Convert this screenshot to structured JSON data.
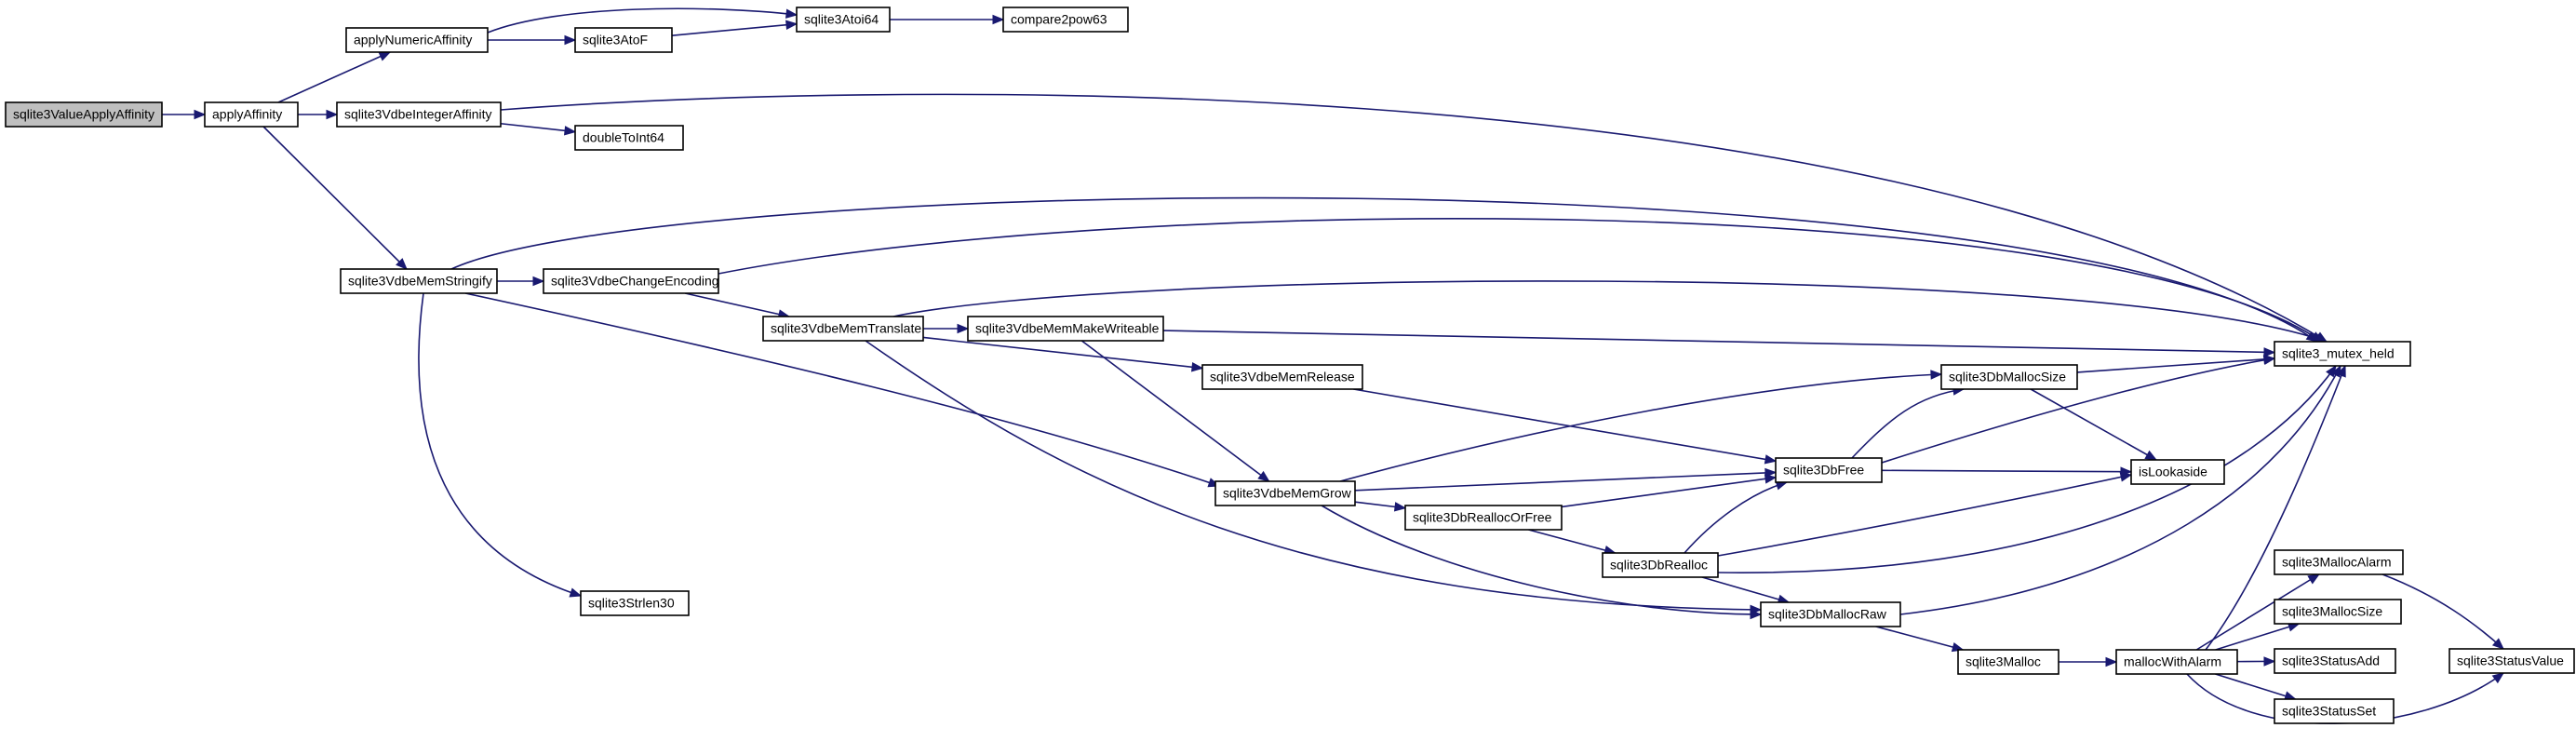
{
  "colors": {
    "edge": "#191970",
    "node_fill": "#ffffff",
    "root_fill": "#bfbfbf",
    "node_stroke": "#000000"
  },
  "nodes": {
    "sqlite3ValueApplyAffinity": "sqlite3ValueApplyAffinity",
    "applyAffinity": "applyAffinity",
    "applyNumericAffinity": "applyNumericAffinity",
    "sqlite3AtoF": "sqlite3AtoF",
    "sqlite3Atoi64": "sqlite3Atoi64",
    "compare2pow63": "compare2pow63",
    "sqlite3VdbeIntegerAffinity": "sqlite3VdbeIntegerAffinity",
    "doubleToInt64": "doubleToInt64",
    "sqlite3VdbeMemStringify": "sqlite3VdbeMemStringify",
    "sqlite3VdbeChangeEncoding": "sqlite3VdbeChangeEncoding",
    "sqlite3VdbeMemTranslate": "sqlite3VdbeMemTranslate",
    "sqlite3VdbeMemMakeWriteable": "sqlite3VdbeMemMakeWriteable",
    "sqlite3VdbeMemRelease": "sqlite3VdbeMemRelease",
    "sqlite3VdbeMemGrow": "sqlite3VdbeMemGrow",
    "sqlite3DbReallocOrFree": "sqlite3DbReallocOrFree",
    "sqlite3DbRealloc": "sqlite3DbRealloc",
    "sqlite3DbFree": "sqlite3DbFree",
    "sqlite3DbMallocSize": "sqlite3DbMallocSize",
    "isLookaside": "isLookaside",
    "sqlite3DbMallocRaw": "sqlite3DbMallocRaw",
    "sqlite3Malloc": "sqlite3Malloc",
    "mallocWithAlarm": "mallocWithAlarm",
    "sqlite3MallocAlarm": "sqlite3MallocAlarm",
    "sqlite3MallocSize": "sqlite3MallocSize",
    "sqlite3StatusAdd": "sqlite3StatusAdd",
    "sqlite3StatusSet": "sqlite3StatusSet",
    "sqlite3StatusValue": "sqlite3StatusValue",
    "sqlite3_mutex_held": "sqlite3_mutex_held",
    "sqlite3Strlen30": "sqlite3Strlen30"
  },
  "root_node": "sqlite3ValueApplyAffinity",
  "edges": [
    [
      "sqlite3ValueApplyAffinity",
      "applyAffinity"
    ],
    [
      "applyAffinity",
      "applyNumericAffinity"
    ],
    [
      "applyAffinity",
      "sqlite3VdbeIntegerAffinity"
    ],
    [
      "applyAffinity",
      "sqlite3VdbeMemStringify"
    ],
    [
      "applyNumericAffinity",
      "sqlite3AtoF"
    ],
    [
      "applyNumericAffinity",
      "sqlite3Atoi64"
    ],
    [
      "sqlite3AtoF",
      "sqlite3Atoi64"
    ],
    [
      "sqlite3Atoi64",
      "compare2pow63"
    ],
    [
      "sqlite3VdbeIntegerAffinity",
      "doubleToInt64"
    ],
    [
      "sqlite3VdbeIntegerAffinity",
      "sqlite3_mutex_held"
    ],
    [
      "sqlite3VdbeMemStringify",
      "sqlite3_mutex_held"
    ],
    [
      "sqlite3VdbeMemStringify",
      "sqlite3VdbeChangeEncoding"
    ],
    [
      "sqlite3VdbeMemStringify",
      "sqlite3VdbeMemGrow"
    ],
    [
      "sqlite3VdbeMemStringify",
      "sqlite3Strlen30"
    ],
    [
      "sqlite3VdbeChangeEncoding",
      "sqlite3_mutex_held"
    ],
    [
      "sqlite3VdbeChangeEncoding",
      "sqlite3VdbeMemTranslate"
    ],
    [
      "sqlite3VdbeMemTranslate",
      "sqlite3_mutex_held"
    ],
    [
      "sqlite3VdbeMemTranslate",
      "sqlite3VdbeMemMakeWriteable"
    ],
    [
      "sqlite3VdbeMemTranslate",
      "sqlite3VdbeMemRelease"
    ],
    [
      "sqlite3VdbeMemTranslate",
      "sqlite3DbMallocRaw"
    ],
    [
      "sqlite3VdbeMemMakeWriteable",
      "sqlite3_mutex_held"
    ],
    [
      "sqlite3VdbeMemMakeWriteable",
      "sqlite3VdbeMemGrow"
    ],
    [
      "sqlite3VdbeMemRelease",
      "sqlite3DbFree"
    ],
    [
      "sqlite3VdbeMemGrow",
      "sqlite3DbMallocSize"
    ],
    [
      "sqlite3VdbeMemGrow",
      "sqlite3DbFree"
    ],
    [
      "sqlite3VdbeMemGrow",
      "sqlite3DbReallocOrFree"
    ],
    [
      "sqlite3VdbeMemGrow",
      "sqlite3DbMallocRaw"
    ],
    [
      "sqlite3DbReallocOrFree",
      "sqlite3DbFree"
    ],
    [
      "sqlite3DbReallocOrFree",
      "sqlite3DbRealloc"
    ],
    [
      "sqlite3DbRealloc",
      "sqlite3DbFree"
    ],
    [
      "sqlite3DbRealloc",
      "isLookaside"
    ],
    [
      "sqlite3DbRealloc",
      "sqlite3_mutex_held"
    ],
    [
      "sqlite3DbRealloc",
      "sqlite3DbMallocRaw"
    ],
    [
      "sqlite3DbFree",
      "sqlite3DbMallocSize"
    ],
    [
      "sqlite3DbFree",
      "sqlite3_mutex_held"
    ],
    [
      "sqlite3DbFree",
      "isLookaside"
    ],
    [
      "sqlite3DbMallocSize",
      "sqlite3_mutex_held"
    ],
    [
      "sqlite3DbMallocSize",
      "isLookaside"
    ],
    [
      "sqlite3DbMallocRaw",
      "sqlite3_mutex_held"
    ],
    [
      "sqlite3DbMallocRaw",
      "sqlite3Malloc"
    ],
    [
      "sqlite3Malloc",
      "mallocWithAlarm"
    ],
    [
      "mallocWithAlarm",
      "sqlite3_mutex_held"
    ],
    [
      "mallocWithAlarm",
      "sqlite3MallocAlarm"
    ],
    [
      "mallocWithAlarm",
      "sqlite3MallocSize"
    ],
    [
      "mallocWithAlarm",
      "sqlite3StatusAdd"
    ],
    [
      "mallocWithAlarm",
      "sqlite3StatusSet"
    ],
    [
      "mallocWithAlarm",
      "sqlite3StatusValue"
    ],
    [
      "sqlite3MallocAlarm",
      "sqlite3StatusValue"
    ]
  ]
}
